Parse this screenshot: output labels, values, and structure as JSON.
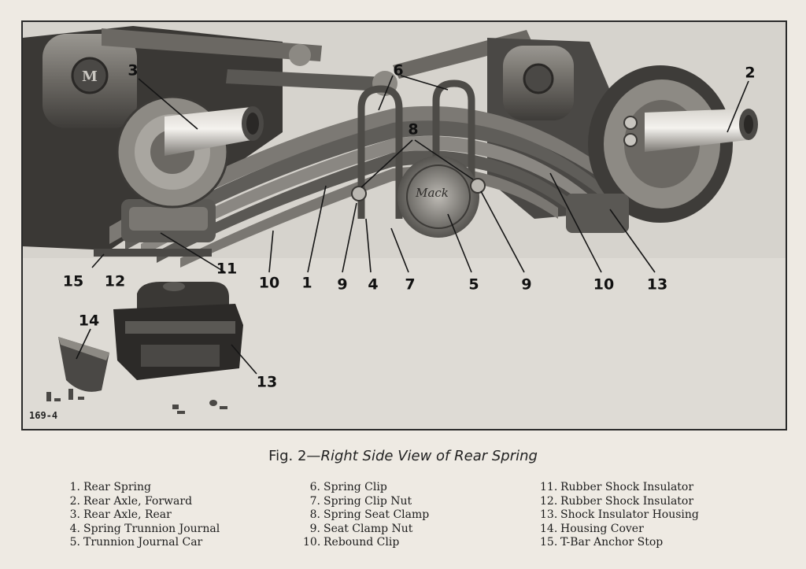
{
  "figure": {
    "photo_code": "169-4",
    "callouts": [
      {
        "id": "c3",
        "text": "3"
      },
      {
        "id": "c6",
        "text": "6"
      },
      {
        "id": "c2",
        "text": "2"
      },
      {
        "id": "c8",
        "text": "8"
      },
      {
        "id": "c15",
        "text": "15"
      },
      {
        "id": "c12",
        "text": "12"
      },
      {
        "id": "c11",
        "text": "11"
      },
      {
        "id": "c10a",
        "text": "10"
      },
      {
        "id": "c1",
        "text": "1"
      },
      {
        "id": "c9a",
        "text": "9"
      },
      {
        "id": "c4",
        "text": "4"
      },
      {
        "id": "c7",
        "text": "7"
      },
      {
        "id": "c5",
        "text": "5"
      },
      {
        "id": "c9b",
        "text": "9"
      },
      {
        "id": "c10b",
        "text": "10"
      },
      {
        "id": "c13a",
        "text": "13"
      },
      {
        "id": "c14",
        "text": "14"
      },
      {
        "id": "c13b",
        "text": "13"
      }
    ]
  },
  "caption": {
    "prefix": "Fig. 2—",
    "title": "Right Side View of Rear Spring"
  },
  "legend": {
    "col1": [
      {
        "num": "1.",
        "label": "Rear Spring"
      },
      {
        "num": "2.",
        "label": "Rear Axle, Forward"
      },
      {
        "num": "3.",
        "label": "Rear Axle, Rear"
      },
      {
        "num": "4.",
        "label": "Spring Trunnion Journal"
      },
      {
        "num": "5.",
        "label": "Trunnion Journal Car"
      }
    ],
    "col2": [
      {
        "num": "6.",
        "label": "Spring Clip"
      },
      {
        "num": "7.",
        "label": "Spring Clip Nut"
      },
      {
        "num": "8.",
        "label": "Spring Seat Clamp"
      },
      {
        "num": "9.",
        "label": "Seat Clamp Nut"
      },
      {
        "num": "10.",
        "label": "Rebound Clip"
      }
    ],
    "col3": [
      {
        "num": "11.",
        "label": "Rubber Shock Insulator"
      },
      {
        "num": "12.",
        "label": "Rubber Shock Insulator"
      },
      {
        "num": "13.",
        "label": "Shock Insulator Housing"
      },
      {
        "num": "14.",
        "label": "Housing Cover"
      },
      {
        "num": "15.",
        "label": "T-Bar Anchor Stop"
      }
    ]
  }
}
